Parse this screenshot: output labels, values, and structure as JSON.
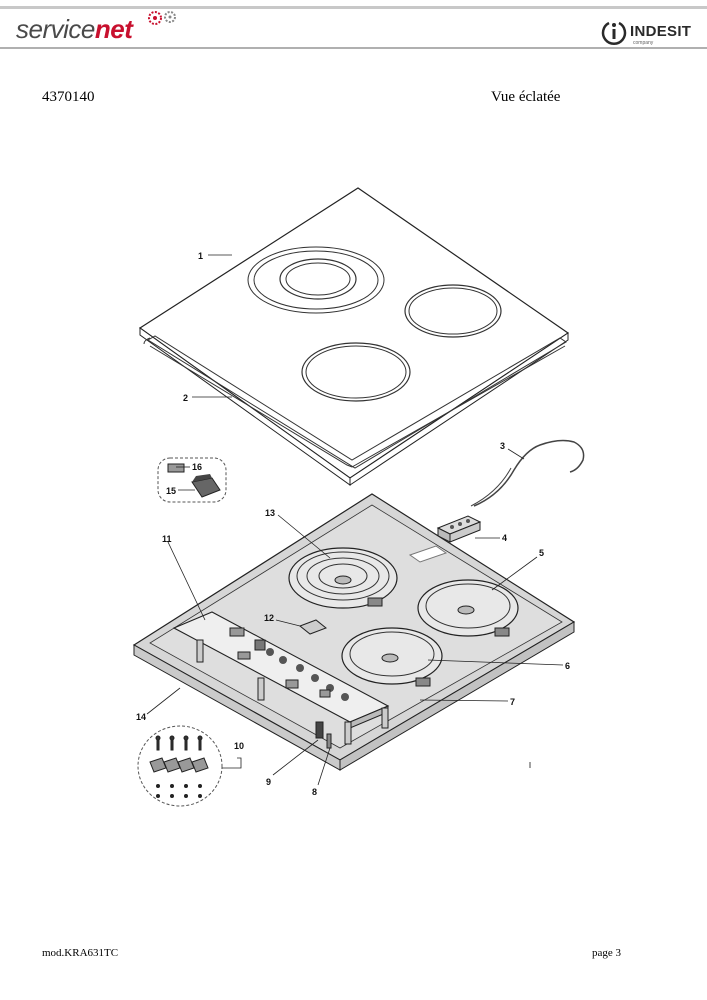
{
  "header": {
    "brand_left_a": "service",
    "brand_left_b": "net",
    "brand_right": "INDESIT",
    "brand_right_sub": "company"
  },
  "document": {
    "reference": "4370140",
    "view_title": "Vue éclatée",
    "model": "mod.KRA631TC",
    "page": "page 3"
  },
  "callouts": [
    "1",
    "2",
    "3",
    "4",
    "5",
    "6",
    "7",
    "8",
    "9",
    "10",
    "11",
    "12",
    "13",
    "14",
    "15",
    "16"
  ],
  "colors": {
    "brand_red": "#c8102e",
    "rule": "#b0b0b0",
    "panel_gray": "#d4d4d4",
    "panel_light": "#dedede"
  }
}
